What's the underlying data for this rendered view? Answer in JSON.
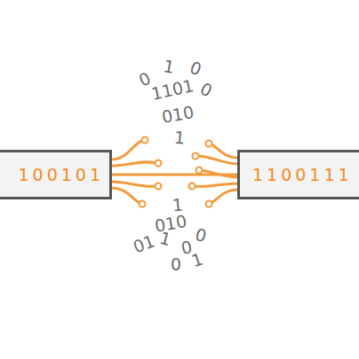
{
  "diagram": {
    "nodes": [
      {
        "text": [
          "100101"
        ]
      },
      {
        "text": [
          "1100111"
        ]
      }
    ],
    "edges": [
      {
        "from": 0,
        "to": 1,
        "arrow": "none"
      }
    ],
    "labels": [
      "0",
      "1",
      "0",
      "1101",
      "0",
      "010",
      "1",
      "1",
      "010",
      "0",
      "01",
      "1",
      "0",
      "0",
      "1"
    ]
  }
}
